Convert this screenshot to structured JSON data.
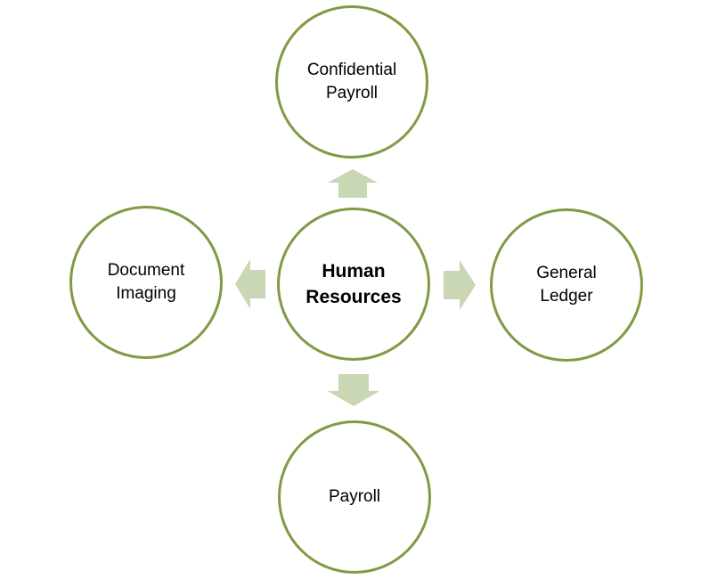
{
  "diagram": {
    "type": "radial",
    "colors": {
      "circle_stroke": "#7f9b45",
      "arrow_fill": "#c9d7b4",
      "text": "#000000",
      "background": "#ffffff"
    },
    "center": {
      "label": "Human\nResources"
    },
    "nodes": {
      "top": {
        "label": "Confidential\nPayroll"
      },
      "left": {
        "label": "Document\nImaging"
      },
      "right": {
        "label": "General\nLedger"
      },
      "bottom": {
        "label": "Payroll"
      }
    },
    "edges": [
      {
        "from": "Human Resources",
        "to": "Confidential Payroll",
        "direction": "up"
      },
      {
        "from": "Human Resources",
        "to": "Document Imaging",
        "direction": "left"
      },
      {
        "from": "Human Resources",
        "to": "General Ledger",
        "direction": "right"
      },
      {
        "from": "Human Resources",
        "to": "Payroll",
        "direction": "down"
      }
    ]
  }
}
